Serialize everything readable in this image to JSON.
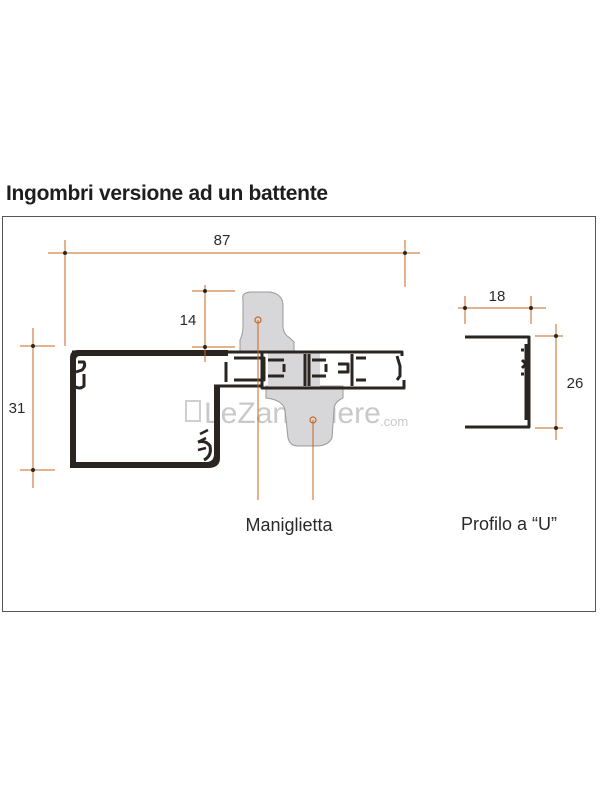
{
  "heading": "Ingombri versione ad un battente",
  "dimensions": {
    "overall_width": "87",
    "handle_height": "14",
    "frame_height": "31",
    "u_width": "18",
    "u_height": "26"
  },
  "callouts": {
    "handle": "Maniglietta",
    "u_profile": "Profilo a “U”"
  },
  "watermark": {
    "main": "LeZanzariere",
    "suffix": ".com"
  },
  "colors": {
    "dimension_line": "#c8661c",
    "profile_fill": "#2b2521",
    "handle_fill": "#d7d7d9",
    "frame_border": "#555555"
  }
}
